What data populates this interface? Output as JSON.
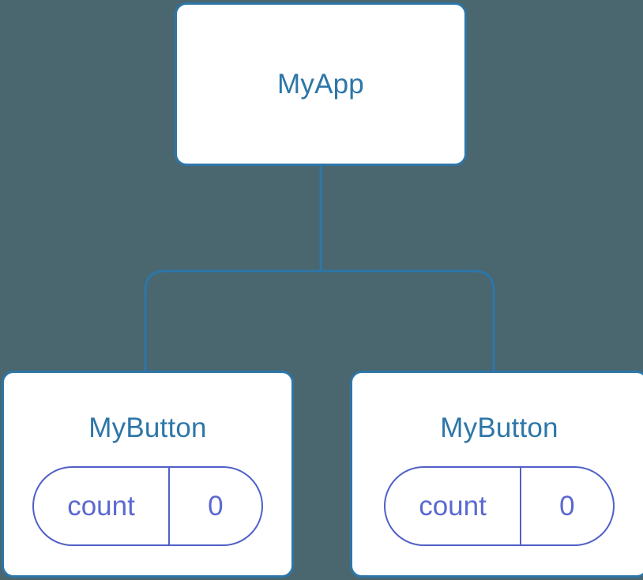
{
  "diagram": {
    "type": "component-tree",
    "background_color": "#4a666f",
    "node_border_color": "#2d76a8",
    "node_title_color": "#2d76a8",
    "connector_color": "#2d76a8",
    "pill_color": "#5060c8",
    "pill_text_color": "#5b69cf"
  },
  "root": {
    "title": "MyApp"
  },
  "children": [
    {
      "title": "MyButton",
      "state": {
        "key": "count",
        "value": "0"
      }
    },
    {
      "title": "MyButton",
      "state": {
        "key": "count",
        "value": "0"
      }
    }
  ]
}
